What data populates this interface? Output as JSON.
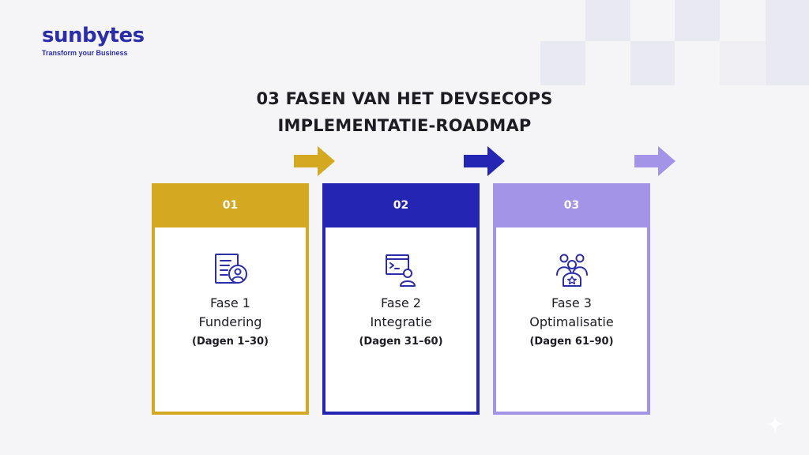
{
  "brand": {
    "name": "sunbytes",
    "tagline": "Transform your Business",
    "color": "#2b2ea8"
  },
  "title": {
    "line1": "03 FASEN VAN HET DEVSECOPS",
    "line2": "IMPLEMENTATIE-ROADMAP"
  },
  "phases": [
    {
      "number": "01",
      "name": "Fase 1",
      "subtitle": "Fundering",
      "dates": "(Dagen 1–30)",
      "color": "#d4a820",
      "icon": "document-user-icon"
    },
    {
      "number": "02",
      "name": "Fase 2",
      "subtitle": "Integratie",
      "dates": "(Dagen 31–60)",
      "color": "#2525b3",
      "icon": "terminal-user-icon"
    },
    {
      "number": "03",
      "name": "Fase 3",
      "subtitle": "Optimalisatie",
      "dates": "(Dagen 61–90)",
      "color": "#a394e8",
      "icon": "team-star-icon"
    }
  ]
}
